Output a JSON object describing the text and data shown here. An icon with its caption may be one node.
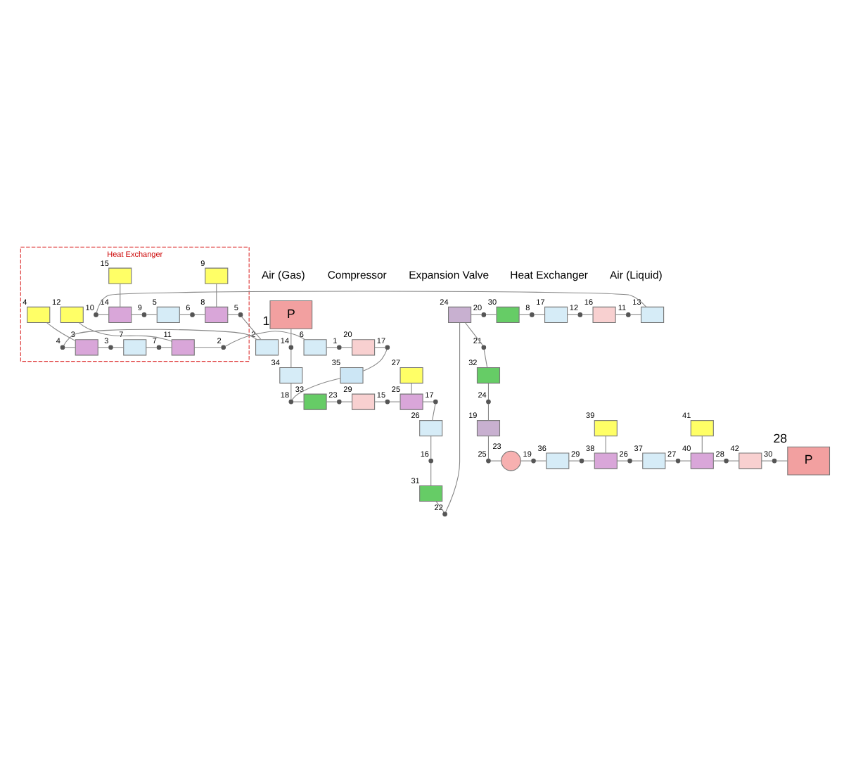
{
  "diagram": {
    "nodes": [
      {
        "text": [
          "Heat Exchanger"
        ]
      },
      {
        "text": [
          "P"
        ],
        "beside": [
          "1"
        ]
      },
      {
        "text": [],
        "shape": "dot",
        "beside": [
          "14"
        ]
      },
      {
        "text": [],
        "shape": "box",
        "beside": [
          "34"
        ]
      },
      {
        "text": [],
        "shape": "dot",
        "beside": [
          "18"
        ]
      },
      {
        "text": [],
        "shape": "box",
        "beside": [
          "33"
        ]
      },
      {
        "text": [],
        "shape": "dot",
        "beside": [
          "23"
        ]
      },
      {
        "text": [],
        "shape": "box",
        "beside": [
          "29"
        ]
      },
      {
        "text": [],
        "shape": "dot",
        "beside": [
          "15"
        ]
      },
      {
        "text": [],
        "shape": "box",
        "beside": [
          "25"
        ]
      },
      {
        "text": [],
        "shape": "box",
        "beside": [
          "27"
        ]
      },
      {
        "text": [],
        "shape": "dot",
        "beside": [
          "17"
        ]
      },
      {
        "text": [],
        "shape": "box",
        "beside": [
          "26"
        ]
      },
      {
        "text": [],
        "shape": "dot",
        "beside": [
          "16"
        ]
      },
      {
        "text": [],
        "shape": "box",
        "beside": [
          "31"
        ]
      },
      {
        "text": [],
        "shape": "dot",
        "beside": [
          "22"
        ]
      },
      {
        "text": [],
        "shape": "box",
        "beside": [
          "24"
        ]
      },
      {
        "text": [],
        "shape": "dot",
        "beside": [
          "20"
        ]
      },
      {
        "text": [],
        "shape": "box",
        "beside": [
          "30"
        ]
      },
      {
        "text": [],
        "shape": "dot",
        "beside": [
          "8"
        ]
      },
      {
        "text": [],
        "shape": "box",
        "beside": [
          "17"
        ]
      },
      {
        "text": [],
        "shape": "dot",
        "beside": [
          "12"
        ]
      },
      {
        "text": [],
        "shape": "box",
        "beside": [
          "16"
        ]
      },
      {
        "text": [],
        "shape": "dot",
        "beside": [
          "11"
        ]
      },
      {
        "text": [],
        "shape": "box",
        "beside": [
          "13"
        ]
      },
      {
        "text": [],
        "shape": "dot",
        "beside": [
          "10"
        ],
        "in": 0
      },
      {
        "text": [],
        "shape": "box",
        "beside": [
          "14"
        ],
        "in": 0
      },
      {
        "text": [],
        "shape": "box",
        "beside": [
          "15"
        ],
        "in": 0
      },
      {
        "text": [],
        "shape": "dot",
        "beside": [
          "9"
        ],
        "in": 0
      },
      {
        "text": [],
        "shape": "box",
        "beside": [
          "5"
        ],
        "in": 0
      },
      {
        "text": [],
        "shape": "dot",
        "beside": [
          "6"
        ],
        "in": 0
      },
      {
        "text": [],
        "shape": "box",
        "beside": [
          "8"
        ],
        "in": 0
      },
      {
        "text": [],
        "shape": "box",
        "beside": [
          "9"
        ],
        "in": 0
      },
      {
        "text": [],
        "shape": "dot",
        "beside": [
          "5"
        ],
        "in": 0
      },
      {
        "text": [],
        "shape": "box",
        "beside": [
          "2"
        ]
      },
      {
        "text": [],
        "shape": "dot",
        "beside": [
          "4"
        ],
        "in": 0
      },
      {
        "text": [],
        "shape": "box",
        "beside": [
          "3"
        ],
        "in": 0
      },
      {
        "text": [],
        "shape": "box",
        "beside": [
          "4"
        ],
        "in": 0
      },
      {
        "text": [],
        "shape": "dot",
        "beside": [
          "3"
        ],
        "in": 0
      },
      {
        "text": [],
        "shape": "box",
        "beside": [
          "7"
        ],
        "in": 0
      },
      {
        "text": [],
        "shape": "dot",
        "beside": [
          "7"
        ],
        "in": 0
      },
      {
        "text": [],
        "shape": "box",
        "beside": [
          "11"
        ],
        "in": 0
      },
      {
        "text": [],
        "shape": "box",
        "beside": [
          "12"
        ],
        "in": 0
      },
      {
        "text": [],
        "shape": "dot",
        "beside": [
          "2"
        ],
        "in": 0
      },
      {
        "text": [],
        "shape": "box",
        "beside": [
          "6"
        ]
      },
      {
        "text": [],
        "shape": "dot",
        "beside": [
          "1"
        ]
      },
      {
        "text": [],
        "shape": "box",
        "beside": [
          "20"
        ]
      },
      {
        "text": [],
        "shape": "dot",
        "beside": [
          "17"
        ]
      },
      {
        "text": [],
        "shape": "box",
        "beside": [
          "35"
        ]
      },
      {
        "text": [],
        "shape": "dot",
        "beside": [
          "21"
        ]
      },
      {
        "text": [],
        "shape": "box",
        "beside": [
          "32"
        ]
      },
      {
        "text": [],
        "shape": "dot",
        "beside": [
          "24"
        ]
      },
      {
        "text": [],
        "shape": "box",
        "beside": [
          "19"
        ]
      },
      {
        "text": [],
        "shape": "dot",
        "beside": [
          "25"
        ]
      },
      {
        "text": [],
        "shape": "circle",
        "beside": [
          "23"
        ]
      },
      {
        "text": [],
        "shape": "dot",
        "beside": [
          "19"
        ]
      },
      {
        "text": [],
        "shape": "box",
        "beside": [
          "36"
        ]
      },
      {
        "text": [],
        "shape": "dot",
        "beside": [
          "29"
        ]
      },
      {
        "text": [],
        "shape": "box",
        "beside": [
          "38"
        ]
      },
      {
        "text": [],
        "shape": "box",
        "beside": [
          "39"
        ]
      },
      {
        "text": [],
        "shape": "dot",
        "beside": [
          "26"
        ]
      },
      {
        "text": [],
        "shape": "box",
        "beside": [
          "37"
        ]
      },
      {
        "text": [],
        "shape": "dot",
        "beside": [
          "27"
        ]
      },
      {
        "text": [],
        "shape": "box",
        "beside": [
          "40"
        ]
      },
      {
        "text": [],
        "shape": "box",
        "beside": [
          "41"
        ]
      },
      {
        "text": [],
        "shape": "dot",
        "beside": [
          "28"
        ]
      },
      {
        "text": [],
        "shape": "box",
        "beside": [
          "42"
        ]
      },
      {
        "text": [],
        "shape": "dot",
        "beside": [
          "30"
        ]
      },
      {
        "text": [
          "P"
        ],
        "beside": [
          "28"
        ]
      }
    ],
    "edges": [
      {
        "from": 1,
        "to": 2,
        "arrow": "none"
      },
      {
        "from": 2,
        "to": 3,
        "arrow": "none"
      },
      {
        "from": 3,
        "to": 4,
        "arrow": "none"
      },
      {
        "from": 4,
        "to": 5,
        "arrow": "none"
      },
      {
        "from": 5,
        "to": 6,
        "arrow": "none"
      },
      {
        "from": 6,
        "to": 7,
        "arrow": "none"
      },
      {
        "from": 7,
        "to": 8,
        "arrow": "none"
      },
      {
        "from": 8,
        "to": 9,
        "arrow": "none"
      },
      {
        "from": 10,
        "to": 9,
        "arrow": "none"
      },
      {
        "from": 9,
        "to": 11,
        "arrow": "none"
      },
      {
        "from": 11,
        "to": 12,
        "arrow": "none"
      },
      {
        "from": 12,
        "to": 13,
        "arrow": "none"
      },
      {
        "from": 13,
        "to": 14,
        "arrow": "none"
      },
      {
        "from": 14,
        "to": 15,
        "arrow": "none"
      },
      {
        "from": 15,
        "to": 16,
        "arrow": "none"
      },
      {
        "from": 16,
        "to": 17,
        "arrow": "none"
      },
      {
        "from": 17,
        "to": 18,
        "arrow": "none"
      },
      {
        "from": 18,
        "to": 19,
        "arrow": "none"
      },
      {
        "from": 19,
        "to": 20,
        "arrow": "none"
      },
      {
        "from": 20,
        "to": 21,
        "arrow": "none"
      },
      {
        "from": 21,
        "to": 22,
        "arrow": "none"
      },
      {
        "from": 22,
        "to": 23,
        "arrow": "none"
      },
      {
        "from": 23,
        "to": 24,
        "arrow": "none"
      },
      {
        "from": 24,
        "to": 25,
        "arrow": "none"
      },
      {
        "from": 25,
        "to": 26,
        "arrow": "none"
      },
      {
        "from": 27,
        "to": 26,
        "arrow": "none"
      },
      {
        "from": 26,
        "to": 28,
        "arrow": "none"
      },
      {
        "from": 28,
        "to": 29,
        "arrow": "none"
      },
      {
        "from": 29,
        "to": 30,
        "arrow": "none"
      },
      {
        "from": 30,
        "to": 31,
        "arrow": "none"
      },
      {
        "from": 32,
        "to": 31,
        "arrow": "none"
      },
      {
        "from": 31,
        "to": 33,
        "arrow": "none"
      },
      {
        "from": 33,
        "to": 34,
        "arrow": "none"
      },
      {
        "from": 34,
        "to": 35,
        "arrow": "none"
      },
      {
        "from": 35,
        "to": 36,
        "arrow": "none"
      },
      {
        "from": 37,
        "to": 36,
        "arrow": "none"
      },
      {
        "from": 36,
        "to": 38,
        "arrow": "none"
      },
      {
        "from": 38,
        "to": 39,
        "arrow": "none"
      },
      {
        "from": 39,
        "to": 40,
        "arrow": "none"
      },
      {
        "from": 40,
        "to": 41,
        "arrow": "none"
      },
      {
        "from": 42,
        "to": 41,
        "arrow": "none"
      },
      {
        "from": 41,
        "to": 43,
        "arrow": "none"
      },
      {
        "from": 43,
        "to": 44,
        "arrow": "none"
      },
      {
        "from": 44,
        "to": 45,
        "arrow": "none"
      },
      {
        "from": 45,
        "to": 46,
        "arrow": "none"
      },
      {
        "from": 46,
        "to": 47,
        "arrow": "none"
      },
      {
        "from": 47,
        "to": 48,
        "arrow": "none"
      },
      {
        "from": 48,
        "to": 4,
        "arrow": "none"
      },
      {
        "from": 16,
        "to": 49,
        "arrow": "none"
      },
      {
        "from": 49,
        "to": 50,
        "arrow": "none"
      },
      {
        "from": 50,
        "to": 51,
        "arrow": "none"
      },
      {
        "from": 51,
        "to": 52,
        "arrow": "none"
      },
      {
        "from": 52,
        "to": 53,
        "arrow": "none"
      },
      {
        "from": 53,
        "to": 54,
        "arrow": "none"
      },
      {
        "from": 54,
        "to": 55,
        "arrow": "none"
      },
      {
        "from": 55,
        "to": 56,
        "arrow": "none"
      },
      {
        "from": 56,
        "to": 57,
        "arrow": "none"
      },
      {
        "from": 57,
        "to": 58,
        "arrow": "none"
      },
      {
        "from": 59,
        "to": 58,
        "arrow": "none"
      },
      {
        "from": 58,
        "to": 60,
        "arrow": "none"
      },
      {
        "from": 60,
        "to": 61,
        "arrow": "none"
      },
      {
        "from": 61,
        "to": 62,
        "arrow": "none"
      },
      {
        "from": 62,
        "to": 63,
        "arrow": "none"
      },
      {
        "from": 64,
        "to": 63,
        "arrow": "none"
      },
      {
        "from": 63,
        "to": 65,
        "arrow": "none"
      },
      {
        "from": 65,
        "to": 66,
        "arrow": "none"
      },
      {
        "from": 66,
        "to": 67,
        "arrow": "none"
      },
      {
        "from": 67,
        "to": 68,
        "arrow": "none"
      }
    ],
    "labels": [
      "Air (Gas)",
      "Compressor",
      "Expansion Valve",
      "Heat Exchanger",
      "Air (Liquid)"
    ]
  }
}
